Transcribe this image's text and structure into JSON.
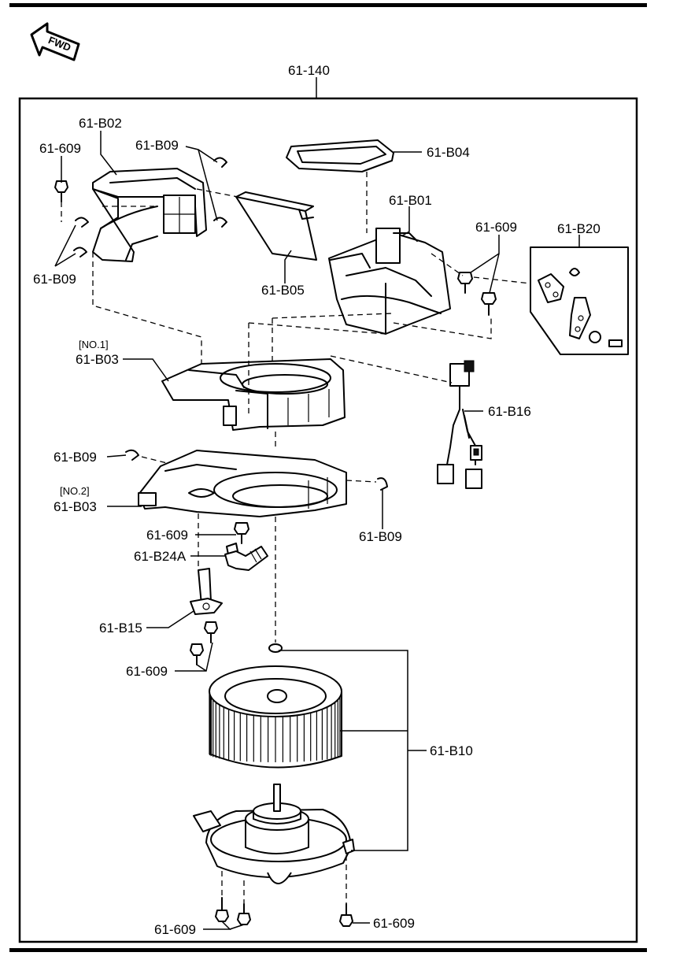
{
  "fwd": "FWD",
  "assembly": "61-140",
  "labels": {
    "b02": "61-B02",
    "b09_top": "61-B09",
    "s609_tl": "61-609",
    "b09_left": "61-B09",
    "b04": "61-B04",
    "b01": "61-B01",
    "s609_tr": "61-609",
    "b20": "61-B20",
    "b05": "61-B05",
    "no1": "[NO.1]",
    "b03_1": "61-B03",
    "b16": "61-B16",
    "b09_mid": "61-B09",
    "no2": "[NO.2]",
    "b03_2": "61-B03",
    "b09_right": "61-B09",
    "s609_mid": "61-609",
    "b24a": "61-B24A",
    "b15": "61-B15",
    "s609_lower": "61-609",
    "b10": "61-B10",
    "s609_bl": "61-609",
    "s609_br": "61-609"
  }
}
